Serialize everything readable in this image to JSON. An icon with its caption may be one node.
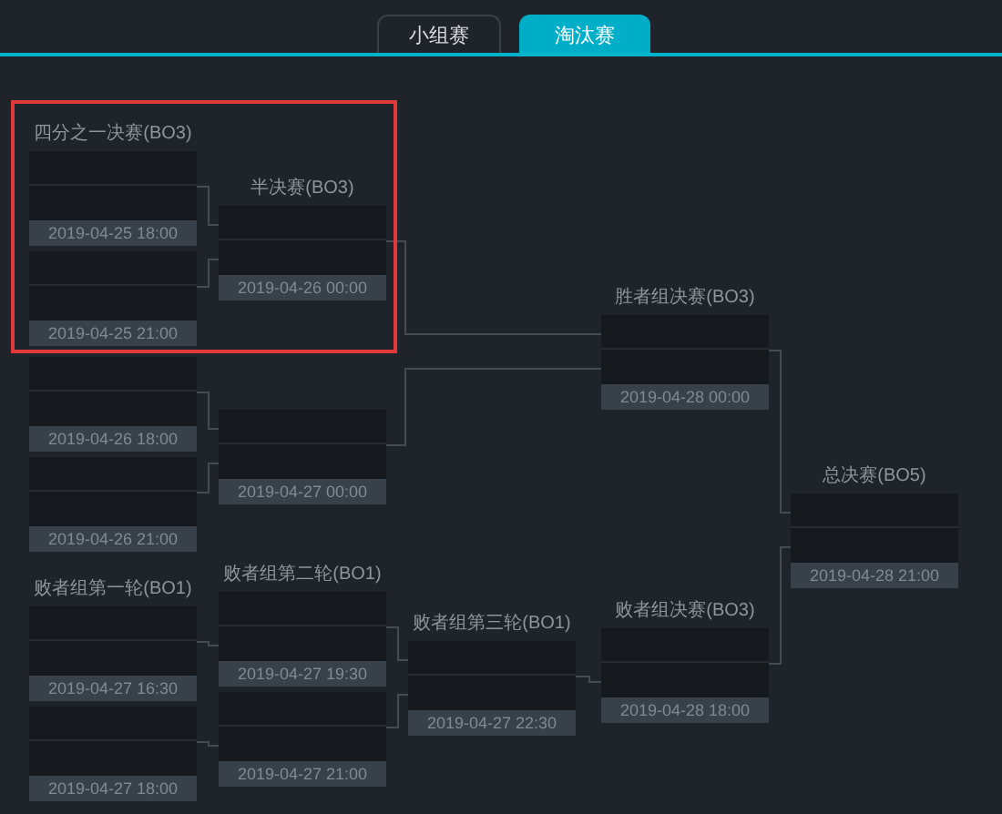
{
  "diagram": {
    "nodes": [
      {
        "text": [],
        "shape": "box"
      },
      {
        "text": [
          "四分之一决赛(BO3)",
          "2019-04-25 18:00"
        ],
        "in": 0
      },
      {
        "text": [
          "2019-04-25 21:00"
        ],
        "in": 0
      },
      {
        "text": [
          "半决赛(BO3)",
          "2019-04-26 00:00"
        ],
        "in": 0
      },
      {
        "text": [
          "2019-04-26 18:00"
        ]
      },
      {
        "text": [
          "2019-04-26 21:00"
        ]
      },
      {
        "text": [
          "2019-04-27 00:00"
        ]
      },
      {
        "text": [
          "胜者组决赛(BO3)",
          "2019-04-28 00:00"
        ]
      },
      {
        "text": [
          "总决赛(BO5)",
          "2019-04-28 21:00"
        ]
      },
      {
        "text": [
          "败者组第一轮(BO1)",
          "2019-04-27 16:30"
        ]
      },
      {
        "text": [
          "2019-04-27 18:00"
        ]
      },
      {
        "text": [
          "败者组第二轮(BO1)",
          "2019-04-27 19:30"
        ]
      },
      {
        "text": [
          "2019-04-27 21:00"
        ]
      },
      {
        "text": [
          "败者组第三轮(BO1)",
          "2019-04-27 22:30"
        ]
      },
      {
        "text": [
          "败者组决赛(BO3)",
          "2019-04-28 18:00"
        ]
      }
    ],
    "edges": [
      {
        "from": 1,
        "to": 3,
        "arrow": "none"
      },
      {
        "from": 2,
        "to": 3,
        "arrow": "none"
      },
      {
        "from": 3,
        "to": 7,
        "arrow": "none"
      },
      {
        "from": 4,
        "to": 6,
        "arrow": "none"
      },
      {
        "from": 5,
        "to": 6,
        "arrow": "none"
      },
      {
        "from": 6,
        "to": 7,
        "arrow": "none"
      },
      {
        "from": 7,
        "to": 8,
        "arrow": "none"
      },
      {
        "from": 14,
        "to": 8,
        "arrow": "none"
      },
      {
        "from": 9,
        "to": 11,
        "arrow": "none"
      },
      {
        "from": 10,
        "to": 12,
        "arrow": "none"
      },
      {
        "from": 11,
        "to": 13,
        "arrow": "none"
      },
      {
        "from": 12,
        "to": 13,
        "arrow": "none"
      },
      {
        "from": 13,
        "to": 14,
        "arrow": "none"
      }
    ],
    "labels": [
      "小组赛",
      "淘汰赛"
    ]
  }
}
